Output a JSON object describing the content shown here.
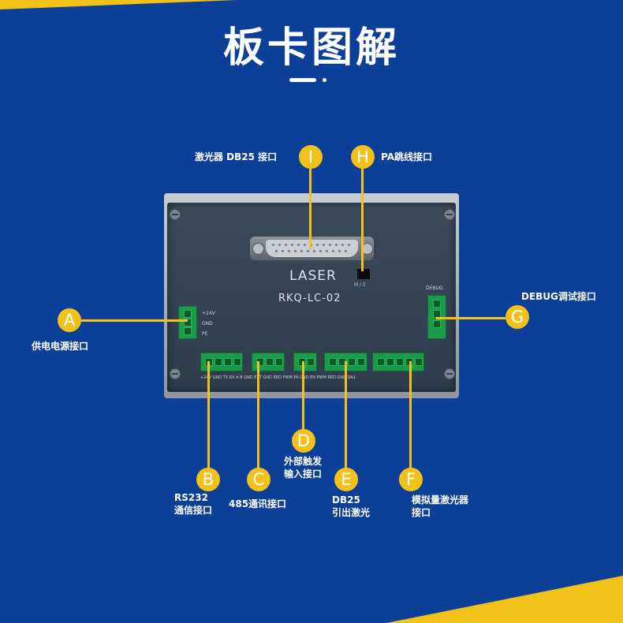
{
  "page": {
    "title": "板卡图解",
    "colors": {
      "background": "#0c3f98",
      "accent": "#f3c21a"
    }
  },
  "device": {
    "laser_label": "LASER",
    "model": "RKQ-LC-02",
    "jumper_label": "M / E",
    "debug_label": "DEBUG",
    "power_labels": [
      "+24V",
      "GND",
      "PE"
    ],
    "bottom_pin_labels": "+24V GND TX RX      A  B  GND      EXT GND    RED PWM PA GND    EN PWM RED GND DA1"
  },
  "callouts": {
    "A": {
      "letter": "A",
      "label": "供电电源接口"
    },
    "B": {
      "letter": "B",
      "label_line1": "RS232",
      "label_line2": "通信接口"
    },
    "C": {
      "letter": "C",
      "label": "485通讯接口"
    },
    "D": {
      "letter": "D",
      "label_line1": "外部触发",
      "label_line2": "输入接口"
    },
    "E": {
      "letter": "E",
      "label_line1": "DB25",
      "label_line2": "引出激光"
    },
    "F": {
      "letter": "F",
      "label_line1": "模拟量激光器",
      "label_line2": "接口"
    },
    "G": {
      "letter": "G",
      "label": "DEBUG调试接口"
    },
    "H": {
      "letter": "H",
      "label": "PA跳线接口"
    },
    "I": {
      "letter": "I",
      "label": "激光器 DB25 接口"
    }
  }
}
